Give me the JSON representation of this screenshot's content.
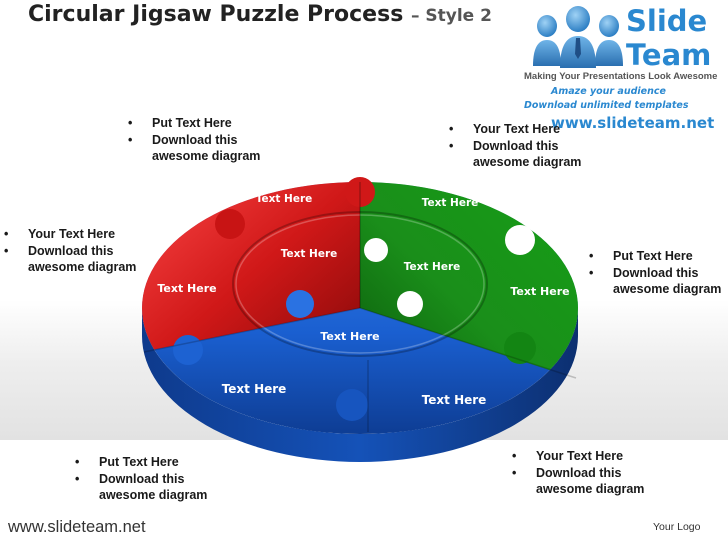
{
  "header": {
    "title": "Circular Jigsaw Puzzle Process",
    "subtitle": "– Style 2"
  },
  "brand": {
    "name_line1": "Slide",
    "name_line2": "Team",
    "tagline": "Making Your Presentations Look Awesome",
    "promo_line1": "Amaze your audience",
    "promo_line2": "Download unlimited templates",
    "url": "www.slideteam.net"
  },
  "bullets": {
    "top_left": [
      "Put Text Here",
      "Download this",
      "awesome diagram"
    ],
    "top_right": [
      "Your Text Here",
      "Download this",
      "awesome diagram"
    ],
    "mid_left": [
      "Your Text Here",
      "Download this",
      "awesome diagram"
    ],
    "mid_right": [
      "Put Text Here",
      "Download this",
      "awesome diagram"
    ],
    "bottom_left": [
      "Put Text Here",
      "Download this",
      "awesome diagram"
    ],
    "bottom_right": [
      "Your Text Here",
      "Download this",
      "awesome diagram"
    ]
  },
  "puzzle": {
    "colors": {
      "red": "#d01818",
      "green": "#1a9a1a",
      "blue": "#1a5fd0"
    },
    "outer_labels": {
      "red_top": "Text Here",
      "red_left": "Text Here",
      "green_top": "Text Here",
      "green_right": "Text Here",
      "blue_left": "Text Here",
      "blue_right": "Text Here"
    },
    "inner_labels": {
      "red": "Text Here",
      "green": "Text Here",
      "blue": "Text Here"
    }
  },
  "footer": {
    "url": "www.slideteam.net",
    "logo_text": "Your Logo"
  }
}
